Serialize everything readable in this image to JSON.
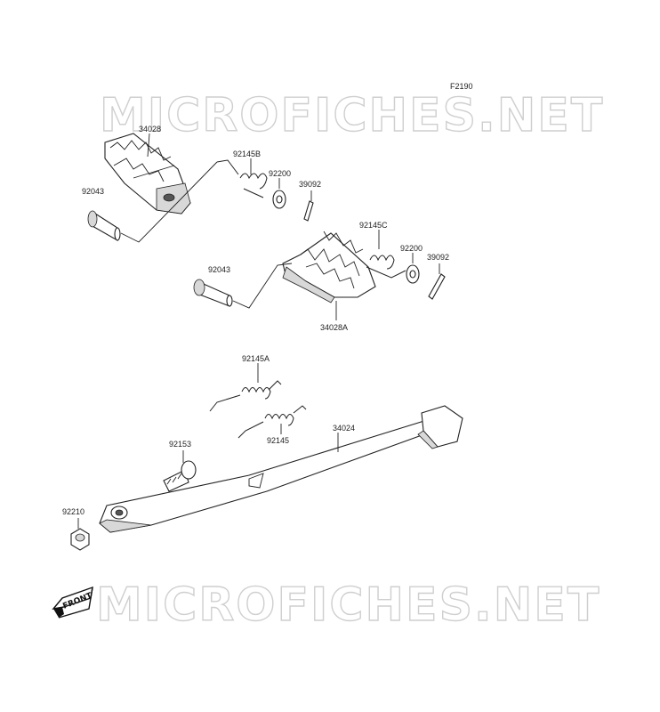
{
  "diagram": {
    "code": "F2190",
    "watermark": "MICROFICHES.NET",
    "front_label": "FRONT",
    "parts": {
      "p34028": "34028",
      "p92145B": "92145B",
      "p92200_top": "92200",
      "p39092_top": "39092",
      "p92043_top": "92043",
      "p92145C": "92145C",
      "p92200_mid": "92200",
      "p39092_mid": "39092",
      "p92043_mid": "92043",
      "p34028A": "34028A",
      "p92145A": "92145A",
      "p92145": "92145",
      "p34024": "34024",
      "p92153": "92153",
      "p92210": "92210"
    }
  }
}
